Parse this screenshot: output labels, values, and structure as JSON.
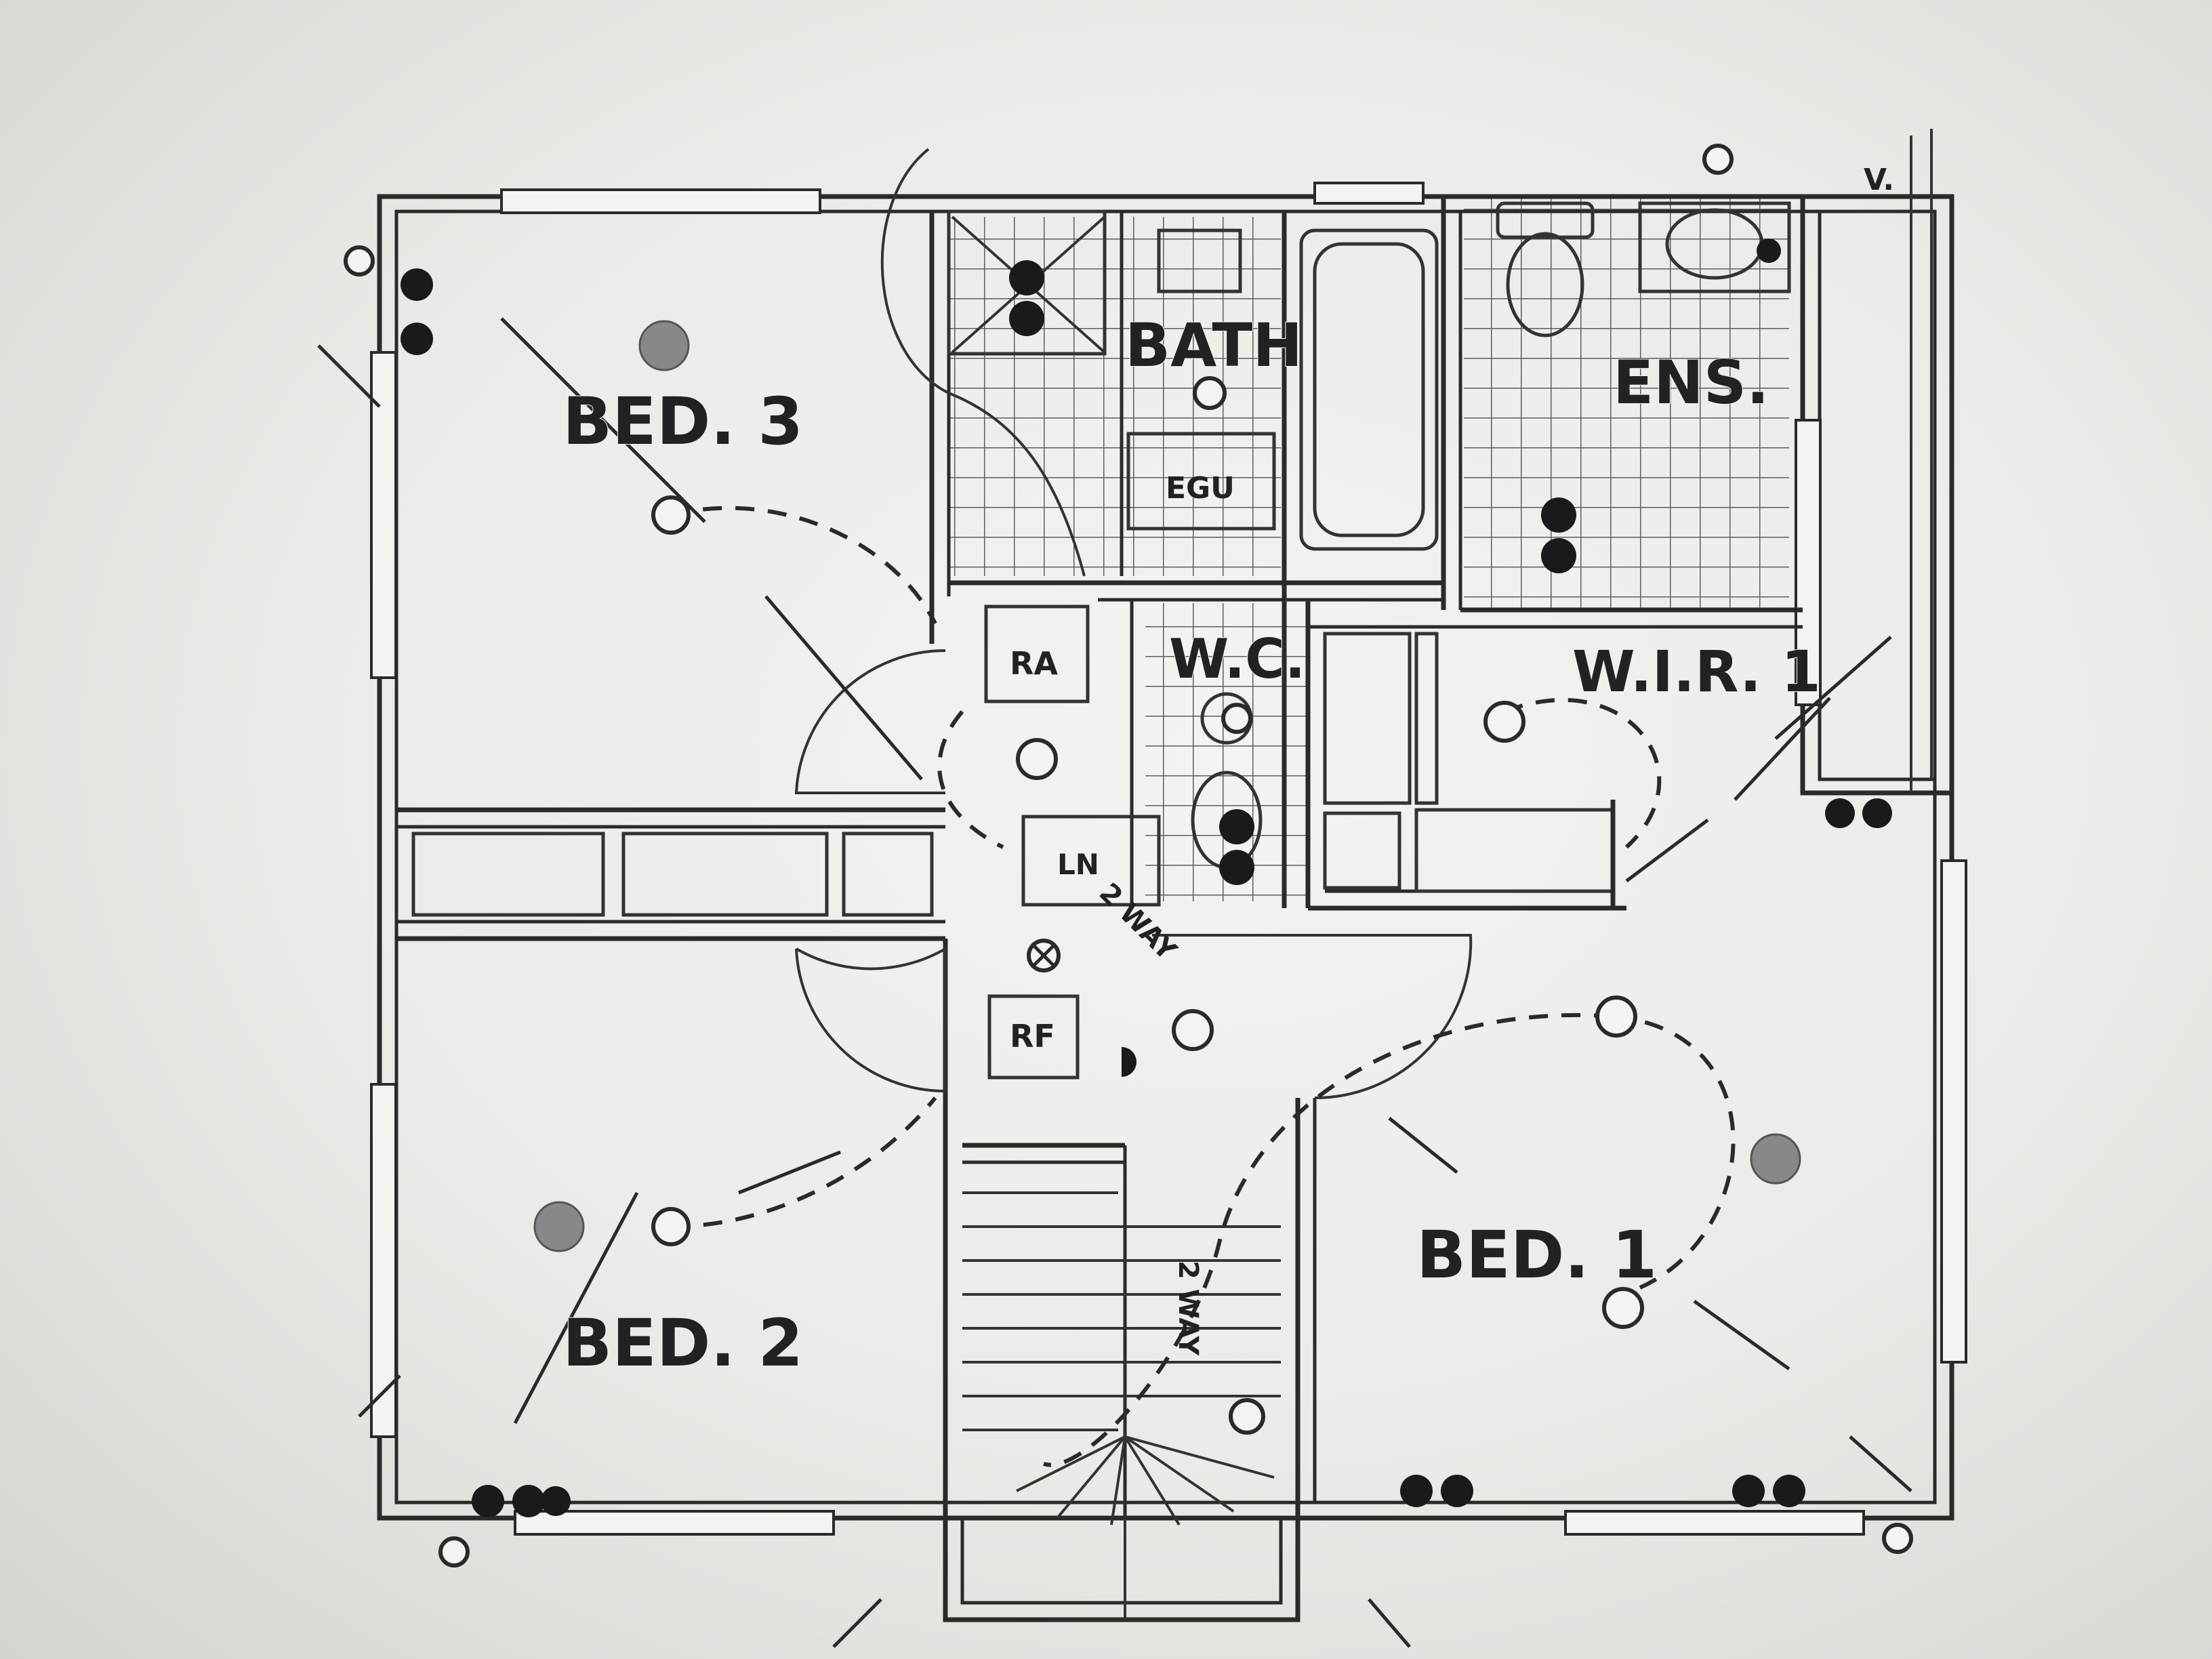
{
  "rooms": [
    {
      "key": "bed3",
      "label": "BED. 3"
    },
    {
      "key": "bed2",
      "label": "BED. 2"
    },
    {
      "key": "bed1",
      "label": "BED. 1"
    },
    {
      "key": "bath",
      "label": "BATH"
    },
    {
      "key": "ens",
      "label": "ENS."
    },
    {
      "key": "wc",
      "label": "W.C."
    },
    {
      "key": "wir",
      "label": "W.I.R. 1"
    }
  ],
  "fixtures": {
    "exhaust_unit": "EGU",
    "return_air": "RA",
    "relief_fan": "RF",
    "linen": "LN"
  },
  "switch_notes": {
    "upper": "2 WAY",
    "stair": "2 WAY"
  },
  "corner_mark": "V."
}
